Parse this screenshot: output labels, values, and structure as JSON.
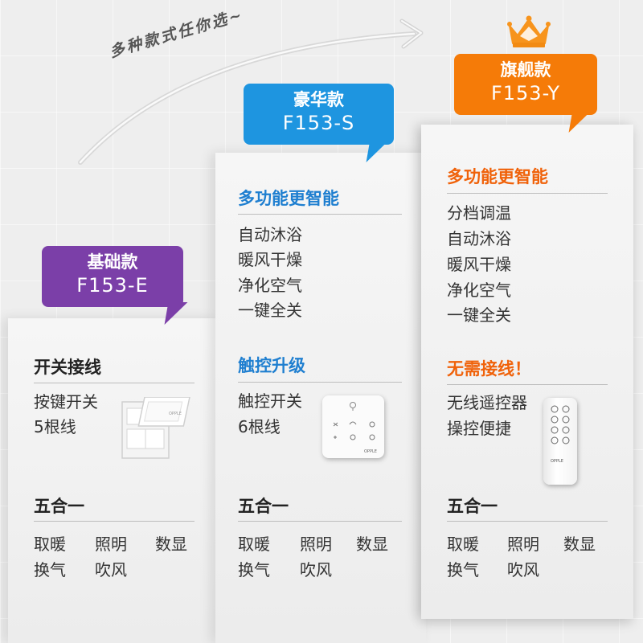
{
  "slogan": "多种款式任你选~",
  "colors": {
    "basic": "#7b3fa8",
    "luxury": "#1e95e0",
    "flagship": "#f57b08",
    "blue_heading": "#1f7fd0",
    "orange_heading": "#f0620a"
  },
  "basic": {
    "name": "基础款",
    "model": "F153-E",
    "control_heading": "开关接线",
    "control_lines": [
      "按键开关",
      "5根线"
    ],
    "control_icon": "wall-switch-panel",
    "feature_heading": "五合一",
    "features": [
      "取暖",
      "照明",
      "数显",
      "换气",
      "吹风"
    ]
  },
  "luxury": {
    "name": "豪华款",
    "model": "F153-S",
    "smart_heading": "多功能更智能",
    "smart_lines": [
      "自动沐浴",
      "暖风干燥",
      "净化空气",
      "一键全关"
    ],
    "control_heading": "触控升级",
    "control_lines": [
      "触控开关",
      "6根线"
    ],
    "control_icon": "touch-control-panel",
    "feature_heading": "五合一",
    "features": [
      "取暖",
      "照明",
      "数显",
      "换气",
      "吹风"
    ]
  },
  "flagship": {
    "name": "旗舰款",
    "model": "F153-Y",
    "badge_icon": "crown",
    "smart_heading": "多功能更智能",
    "smart_lines": [
      "分档调温",
      "自动沐浴",
      "暖风干燥",
      "净化空气",
      "一键全关"
    ],
    "control_heading": "无需接线！",
    "control_lines": [
      "无线遥控器",
      "操控便捷"
    ],
    "control_icon": "wireless-remote",
    "feature_heading": "五合一",
    "features": [
      "取暖",
      "照明",
      "数显",
      "换气",
      "吹风"
    ]
  },
  "brand_mark": "OPPLE"
}
